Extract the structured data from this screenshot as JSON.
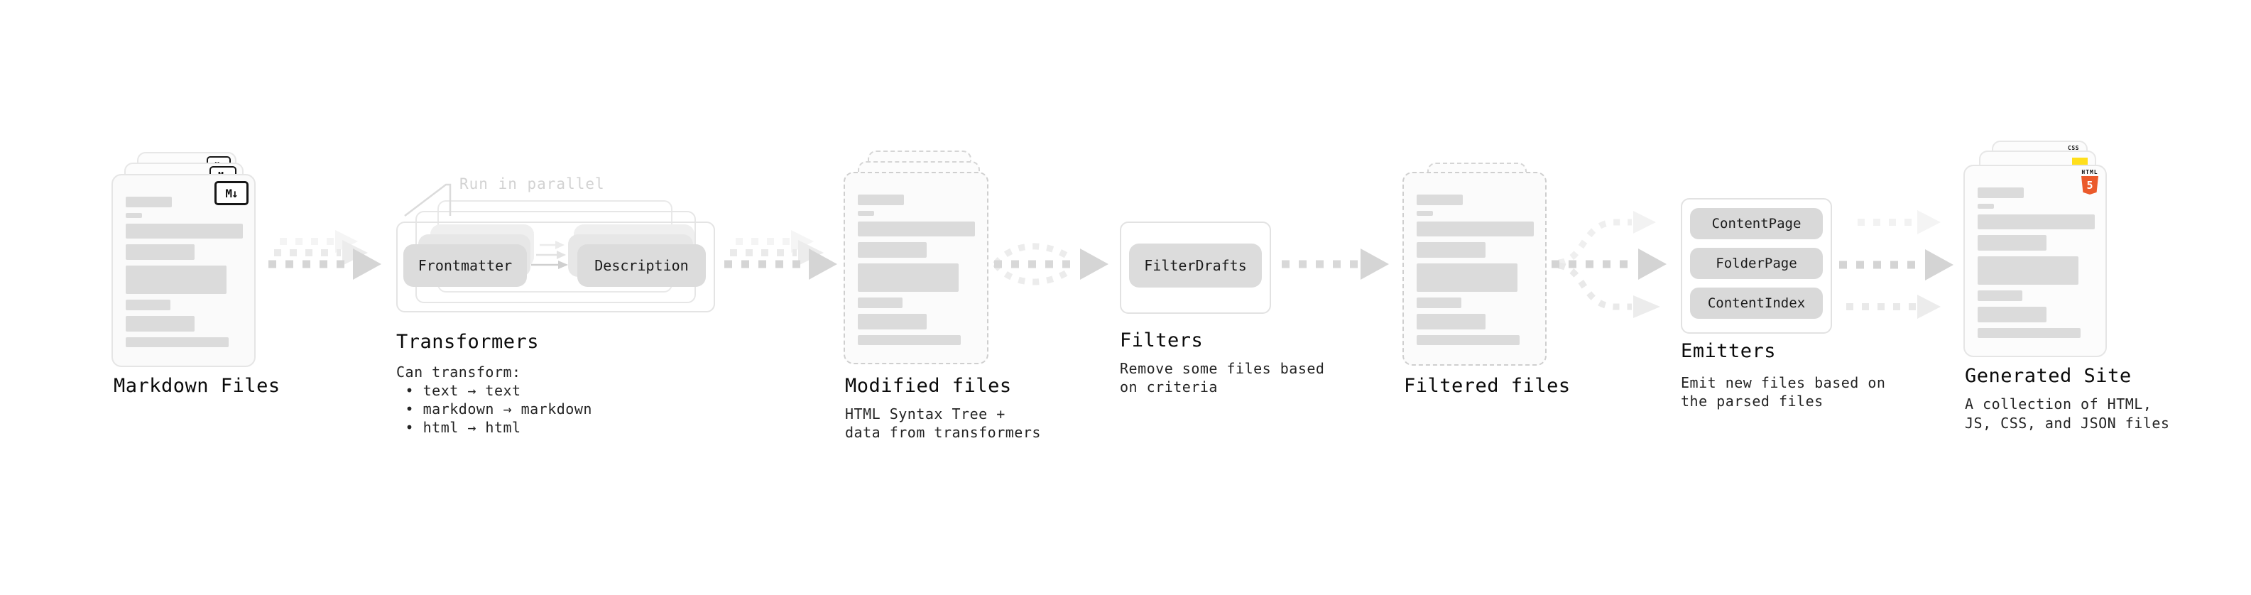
{
  "stages": {
    "markdown_files": {
      "label": "Markdown Files",
      "file_icon": "M↓"
    },
    "transformers": {
      "heading": "Transformers",
      "annotation": "Run in parallel",
      "pills": [
        "Frontmatter",
        "Description"
      ],
      "caption_lines": [
        "Can transform:",
        " • text → text",
        " • markdown → markdown",
        " • html → html"
      ]
    },
    "modified_files": {
      "heading": "Modified files",
      "caption_lines": [
        "HTML Syntax Tree +",
        "data from transformers"
      ]
    },
    "filters": {
      "heading": "Filters",
      "pills": [
        "FilterDrafts"
      ],
      "caption_lines": [
        "Remove some files based",
        "on criteria"
      ]
    },
    "filtered_files": {
      "heading": "Filtered files"
    },
    "emitters": {
      "heading": "Emitters",
      "pills": [
        "ContentPage",
        "FolderPage",
        "ContentIndex"
      ],
      "caption_lines": [
        "Emit new files based on",
        "the parsed files"
      ]
    },
    "generated_site": {
      "heading": "Generated Site",
      "caption_lines": [
        "A collection of HTML,",
        "JS, CSS, and JSON files"
      ],
      "html5_icon": {
        "label": "HTML",
        "number": "5"
      },
      "css_icon": {
        "label": "CSS"
      }
    }
  },
  "colors": {
    "html5_orange": "#eb5a2b",
    "js_yellow": "#ffdf1c",
    "css_blue": "#2c63f1",
    "pill_gray": "#dcdcdc",
    "skeleton_gray": "#dbdbdb",
    "arrow_gray": "#d5d5d5"
  }
}
